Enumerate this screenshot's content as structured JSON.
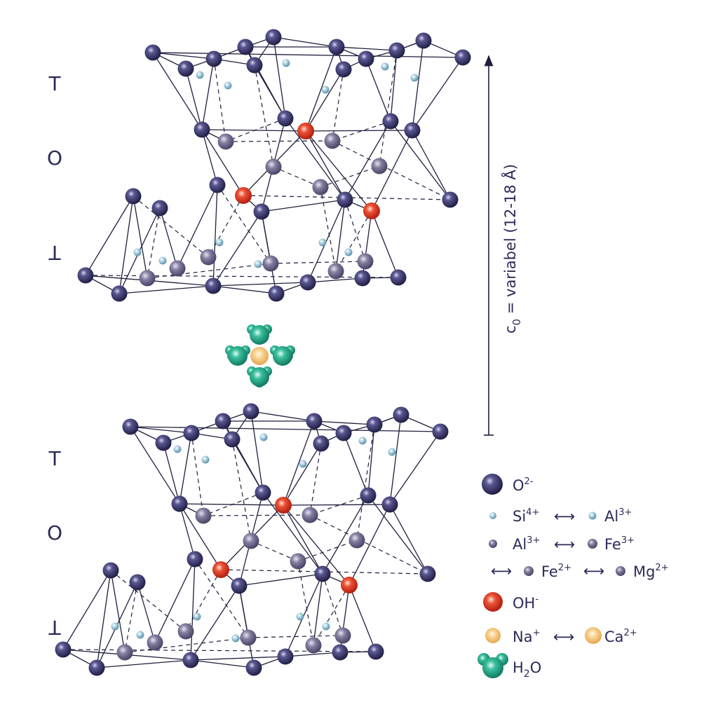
{
  "layer_labels": {
    "upper_t_top": "T",
    "upper_o": "O",
    "upper_t_bottom": "T",
    "lower_t_top": "T",
    "lower_o": "O",
    "lower_t_bottom": "T"
  },
  "axis": {
    "label_prefix": "c",
    "label_sub": "0",
    "label_suffix": " = variabel (12-18 Å)"
  },
  "legend": {
    "oxygen": {
      "label": "O",
      "charge": "2-"
    },
    "tet_si": {
      "label": "Si",
      "charge": "4+"
    },
    "tet_swap": "⟷",
    "tet_al": {
      "label": "Al",
      "charge": "3+"
    },
    "oct_al": {
      "label": "Al",
      "charge": "3+"
    },
    "oct_swap": "⟷",
    "oct_fe3": {
      "label": "Fe",
      "charge": "3+"
    },
    "oct_swap2": "⟷",
    "oct_fe2": {
      "label": "Fe",
      "charge": "2+"
    },
    "oct_swap3": "⟷",
    "oct_mg": {
      "label": "Mg",
      "charge": "2+"
    },
    "hydroxyl": {
      "label": "OH",
      "charge": "-"
    },
    "cation_na": {
      "label": "Na",
      "charge": "+"
    },
    "cation_swap": "⟷",
    "cation_ca": {
      "label": "Ca",
      "charge": "2+"
    },
    "water": {
      "label_h": "H",
      "label_sub": "2",
      "label_o": "O"
    }
  },
  "colors": {
    "oxygen": "#2f2d5e",
    "tetrahedral": "#8fb9d0",
    "octahedral": "#706a8f",
    "hydroxyl": "#d8301e",
    "cation": "#f1c27a",
    "water": "#24a88a",
    "text": "#2b2b58",
    "bond": "#1f1f3d"
  }
}
